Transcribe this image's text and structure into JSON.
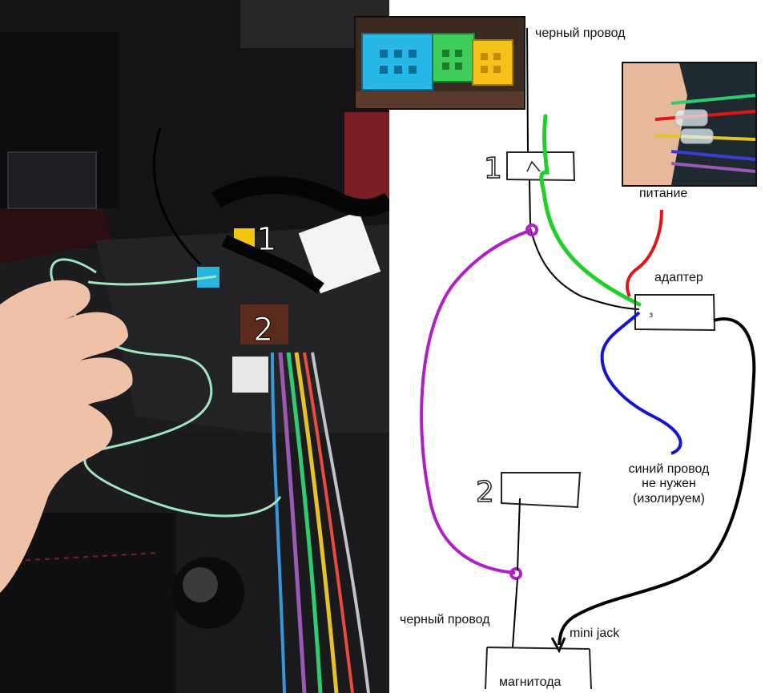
{
  "photo": {
    "marker_1": "1",
    "marker_2": "2"
  },
  "diagram": {
    "block_1_label": "1",
    "block_2_label": "2",
    "black_wire_top": "черный провод",
    "power_label": "питание",
    "adapter_label": "адаптер",
    "adapter_mark": "з",
    "blue_wire_line1": "синий провод",
    "blue_wire_line2": "не нужен",
    "blue_wire_line3": "(изолируем)",
    "black_wire_bottom": "черный провод",
    "mini_jack_label": "mini jack",
    "head_unit_label": "магнитода"
  },
  "colors": {
    "green_wire": "#1fcf2a",
    "purple_wire": "#b01ec8",
    "blue_wire": "#1414d6",
    "red_wire": "#e01616",
    "black_wire": "#000000"
  }
}
